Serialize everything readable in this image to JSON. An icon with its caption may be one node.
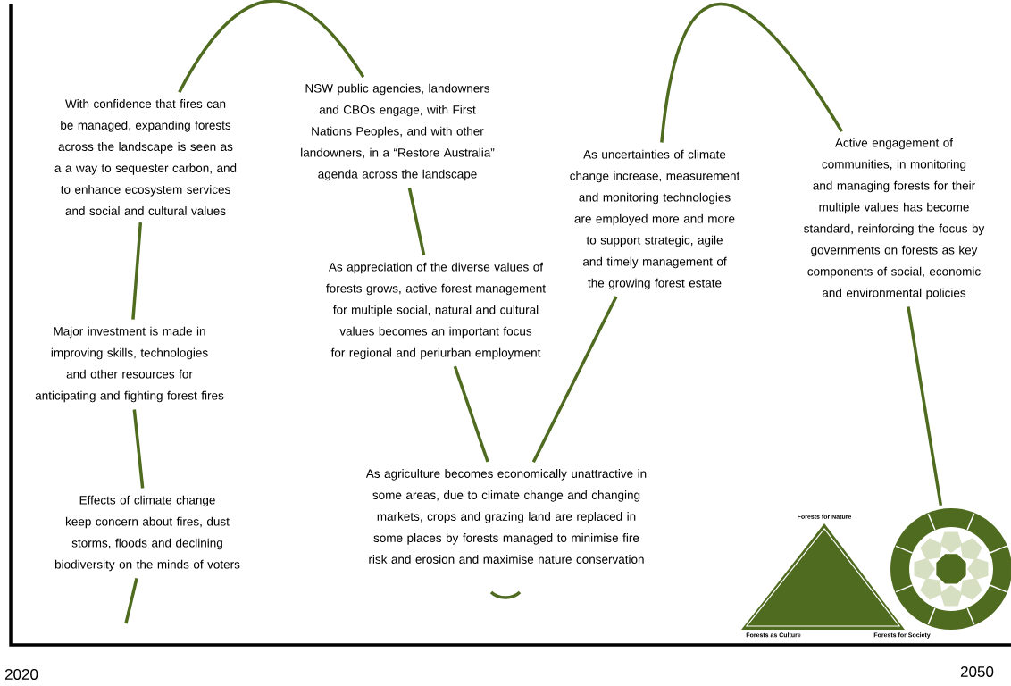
{
  "diagram": {
    "nodes": [
      {
        "text": [
          "Effects of climate change keep concern about fires, dust storms, floods and declining biodiversity on the minds of voters"
        ]
      },
      {
        "text": [
          "Major investment is made in improving skills, technologies and other resources for anticipating and fighting forest  fires"
        ]
      },
      {
        "text": [
          "With confidence that fires can be managed, expanding forests across the landscape is seen as a a way to sequester carbon, and to enhance ecosystem services and social and cultural values"
        ]
      },
      {
        "text": [
          "NSW public agencies, landowners and CBOs engage, with First Nations Peoples, and with other landowners, in a “Restore Australia” agenda across the landscape"
        ]
      },
      {
        "text": [
          "As appreciation of the diverse values of forests grows, active forest management for multiple social, natural and cultural values becomes an important focus for regional and periurban employment"
        ]
      },
      {
        "text": [
          "As agriculture becomes economically unattractive in some areas, due to climate change and changing markets, crops and grazing land are replaced in some places by forests managed to minimise fire risk and erosion and maximise nature conservation"
        ]
      },
      {
        "text": [
          "As uncertainties of climate change increase, measurement and monitoring technologies are employed more and more to support strategic, agile and timely management of the growing forest estate"
        ]
      },
      {
        "text": [
          "Active engagement of communities, in monitoring and managing forests for their multiple values has become standard, reinforcing the focus by governments on forests as key components of social, economic and environmental policies"
        ]
      },
      {
        "text": [],
        "shape": "circle"
      }
    ],
    "edges": [
      {
        "from": null,
        "to": 0,
        "arrow": "none"
      },
      {
        "from": 0,
        "to": 1,
        "arrow": "none"
      },
      {
        "from": 1,
        "to": 2,
        "arrow": "none"
      },
      {
        "from": 2,
        "to": 3,
        "arrow": "none"
      },
      {
        "from": 3,
        "to": 4,
        "arrow": "none"
      },
      {
        "from": 4,
        "to": 5,
        "arrow": "none"
      },
      {
        "from": 5,
        "to": 6,
        "arrow": "none"
      },
      {
        "from": 6,
        "to": 7,
        "arrow": "none"
      },
      {
        "from": 7,
        "to": 8,
        "arrow": "none"
      }
    ],
    "labels": [
      "Forests for Nature",
      "Forests as Culture",
      "Forests for Society",
      "2020",
      "2050"
    ]
  }
}
